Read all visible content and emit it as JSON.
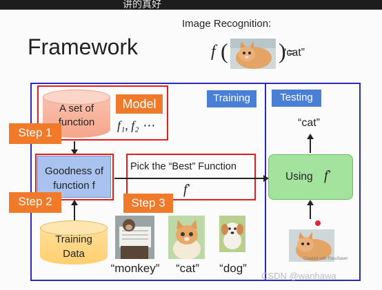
{
  "header": {
    "subtitle": "讲的真好",
    "title": "Framework",
    "image_recognition_label": "Image Recognition:",
    "formula_f": "f",
    "formula_eq": "=",
    "formula_result": "“cat”"
  },
  "training": {
    "label": "Training",
    "model_label": "Model",
    "set_of_function": "A set of\nfunction",
    "f_list": "f₁, f₂ ⋯",
    "step1": "Step 1",
    "goodness": "Goodness of\nfunction f",
    "step2": "Step 2",
    "pick_best": "Pick the “Best” Function",
    "f_star": "f",
    "star": "*",
    "step3": "Step 3",
    "training_data": "Training\nData",
    "captions": [
      "“monkey”",
      "“cat”",
      "“dog”"
    ]
  },
  "testing": {
    "label": "Testing",
    "output": "“cat”",
    "using": "Using",
    "f_star": "f",
    "star": "*"
  },
  "watermark": {
    "csdn": "CSDN @wanhawa",
    "small": "Created with FocuSaver"
  },
  "colors": {
    "frame_blue": "#2a2ab8",
    "red": "#e21b1b",
    "tag_blue": "#4a7fd6",
    "tag_orange": "#f07a2a",
    "goodness_fill": "#a9c3ee",
    "using_fill": "#9fe29b",
    "data_fill": "#ffd88a"
  }
}
